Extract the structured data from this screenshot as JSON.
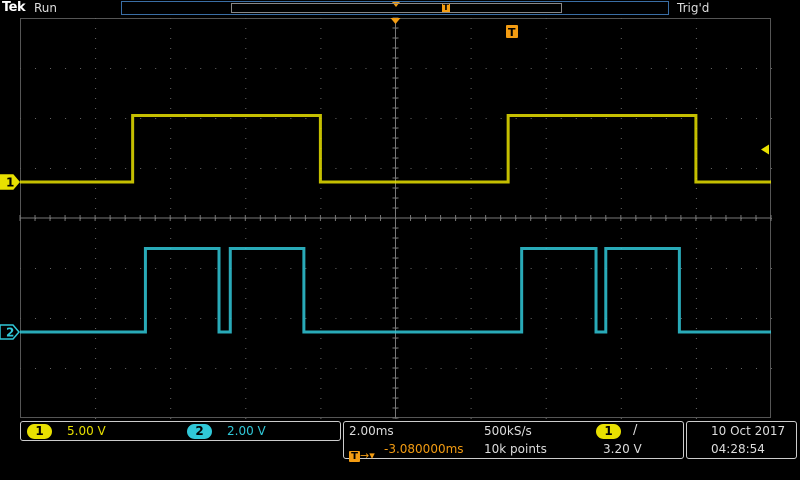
{
  "header": {
    "brand": "Tek",
    "run_state": "Run",
    "trigger_state": "Trig'd",
    "trigger_marker": "T"
  },
  "colors": {
    "ch1": "#e8e000",
    "ch2": "#30c8d8",
    "trigger": "#f39c12",
    "grid": "#555555"
  },
  "channels": [
    {
      "number": "1",
      "scale": "5.00 V"
    },
    {
      "number": "2",
      "scale": "2.00 V"
    }
  ],
  "acquisition": {
    "timebase": "2.00ms",
    "sample_rate": "500kS/s",
    "trigger_source": "1",
    "trigger_slope_icon": "rising-edge-icon",
    "trigger_slope": "/",
    "trigger_level": "3.20 V",
    "position": "-3.080000ms",
    "record_length": "10k points"
  },
  "datetime": {
    "date": "10 Oct  2017",
    "time": "04:28:54"
  },
  "traces": {
    "ch1_transitions_div": [
      1.5,
      4.0,
      6.5,
      9.0
    ],
    "ch2_pulses_div": [
      [
        1.67,
        2.65
      ],
      [
        2.8,
        3.78
      ],
      [
        6.68,
        7.67
      ],
      [
        7.8,
        8.78
      ]
    ]
  }
}
